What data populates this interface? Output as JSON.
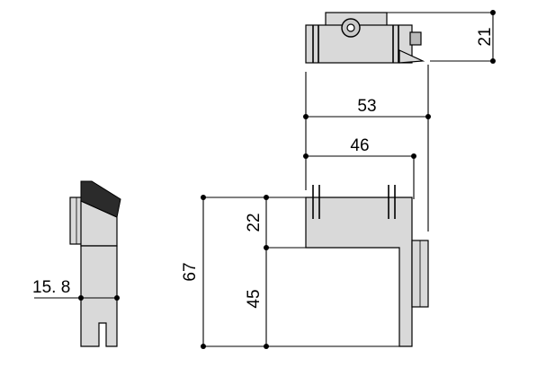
{
  "dimensions": {
    "top_view_height": "21",
    "overall_width": "53",
    "inner_width": "46",
    "upper_height": "22",
    "total_height": "67",
    "lower_height": "45",
    "side_offset": "15. 8"
  },
  "icons": {
    "top_view": "bracket-top-view",
    "front_view": "bracket-front-view",
    "side_view": "bracket-side-view"
  }
}
